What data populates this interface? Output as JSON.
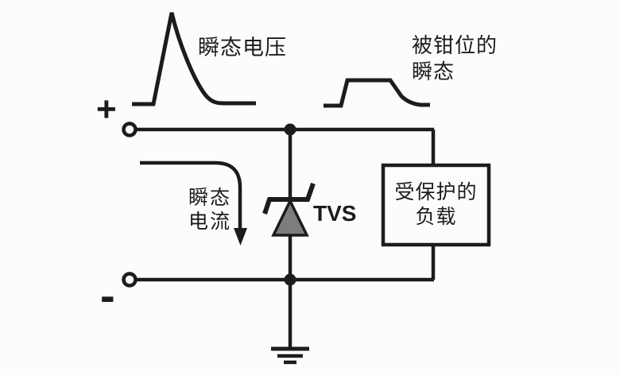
{
  "labels": {
    "transient_voltage": "瞬态电压",
    "clamped_transient": {
      "line1": "被钳位的",
      "line2": "瞬态"
    },
    "transient_current": {
      "line1": "瞬态",
      "line2": "电流"
    },
    "tvs": "TVS",
    "protected_load": {
      "line1": "受保护的",
      "line2": "负载"
    },
    "plus_terminal": "+",
    "minus_terminal": "-"
  },
  "colors": {
    "line": "#1c1c1c",
    "background": "#fcfcfc",
    "diode_fill": "#7d7d7d"
  }
}
